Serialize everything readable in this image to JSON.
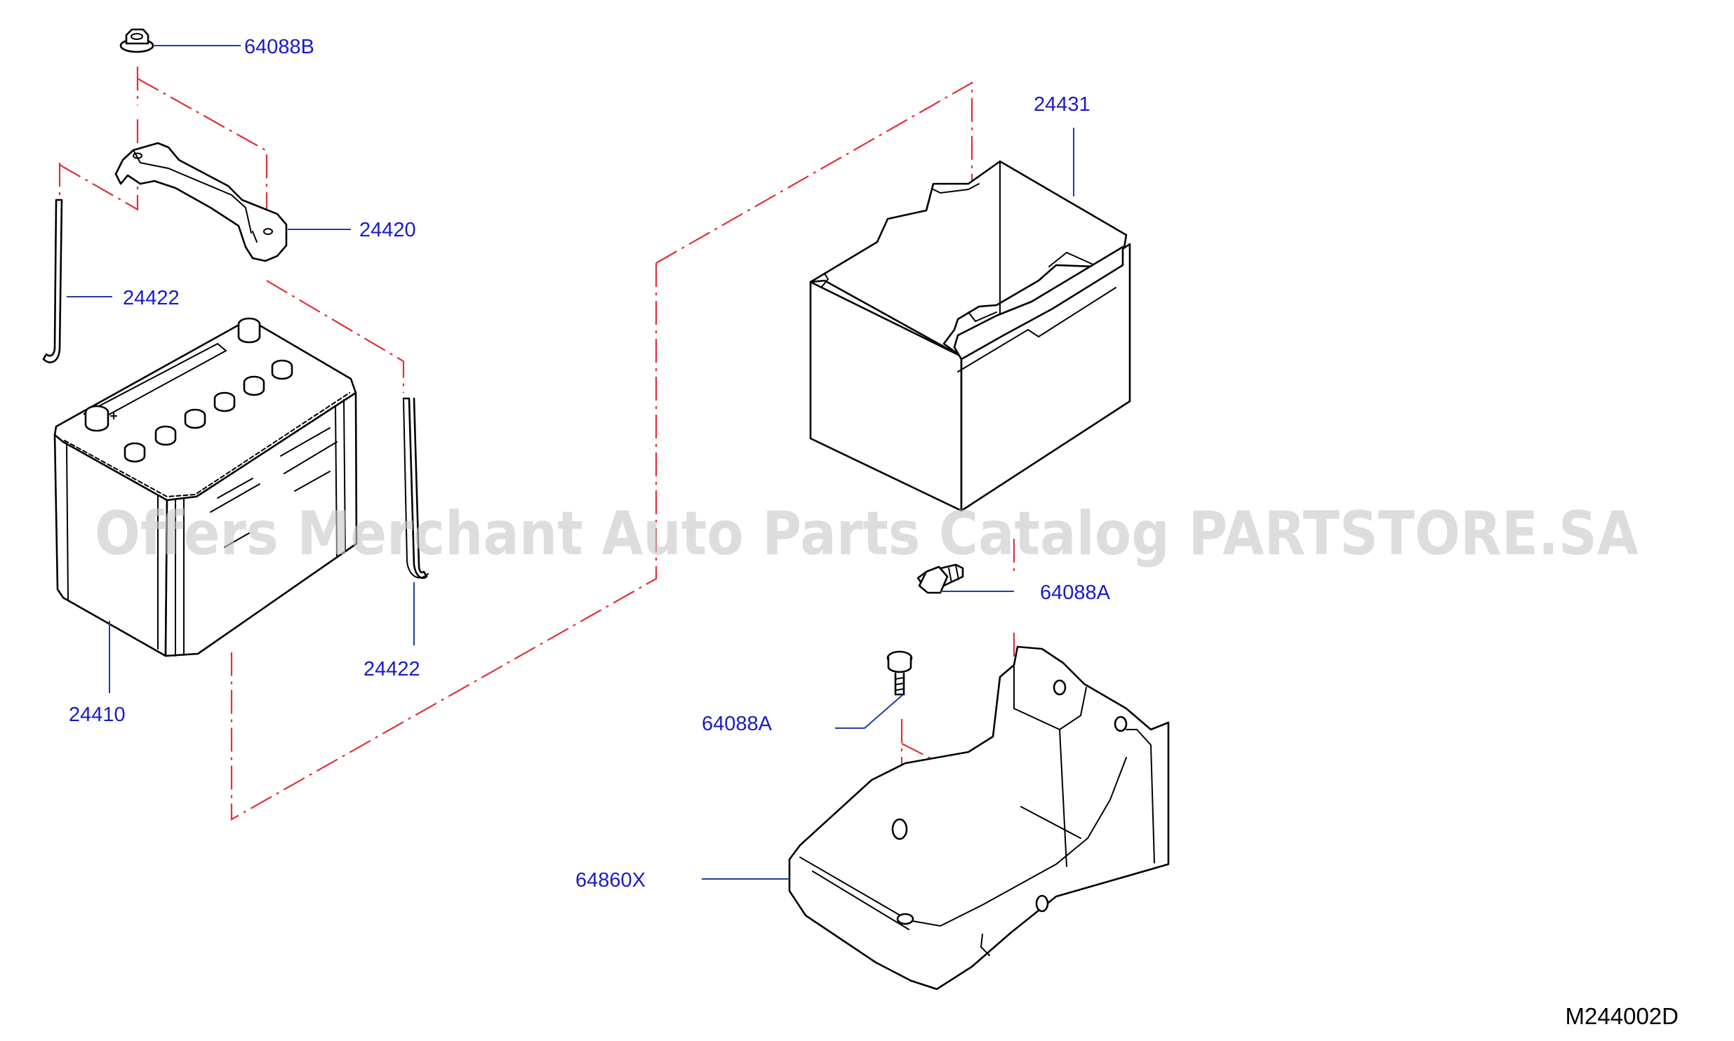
{
  "watermark": "Offers Merchant Auto Parts Catalog PARTSTORE.SA",
  "figure_code": "M244002D",
  "callouts": {
    "nut_top": "64088B",
    "frame_hold": "24420",
    "rod_left": "24422",
    "rod_right": "24422",
    "battery": "24410",
    "battery_box": "24431",
    "bolt_upper": "64088A",
    "bolt_lower": "64088A",
    "battery_tray": "64860X"
  },
  "colors": {
    "callout_text": "#1a1acc",
    "leader_line": "#1f3f9f",
    "phantom_line": "#e0303a",
    "watermark": "#c8c8c8"
  }
}
